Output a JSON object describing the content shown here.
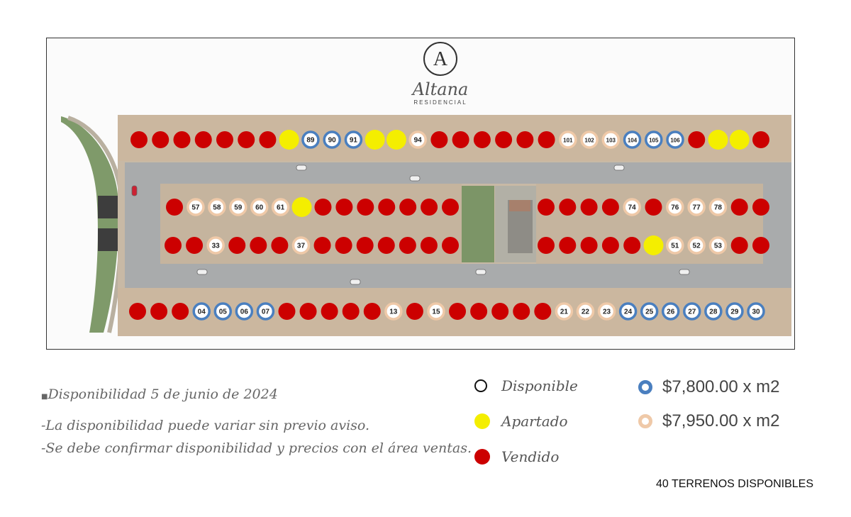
{
  "brand": {
    "name": "Altana",
    "subtitle": "RESIDENCIAL",
    "monogram": "A"
  },
  "colors": {
    "vendido": "#cc0000",
    "apartado": "#f4ee00",
    "ring_7800": "#4a7fbf",
    "ring_7950": "#efc9a8"
  },
  "notes": {
    "date_line": "Disponibilidad 5 de junio de 2024",
    "line1": "-La disponibilidad puede variar sin previo aviso.",
    "line2": "-Se debe confirmar disponibilidad y precios con el área ventas."
  },
  "legend": {
    "disponible": "Disponible",
    "apartado": "Apartado",
    "vendido": "Vendido",
    "price_7800": "$7,800.00 x m2",
    "price_7950": "$7,950.00 x m2"
  },
  "available_count": "40 TERRENOS DISPONIBLES",
  "lot_rows": {
    "top": [
      {
        "s": "v"
      },
      {
        "s": "v"
      },
      {
        "s": "v"
      },
      {
        "s": "v"
      },
      {
        "s": "v"
      },
      {
        "s": "v"
      },
      {
        "s": "v"
      },
      {
        "s": "a"
      },
      {
        "s": "b",
        "n": "89"
      },
      {
        "s": "b",
        "n": "90"
      },
      {
        "s": "b",
        "n": "91"
      },
      {
        "s": "a"
      },
      {
        "s": "a"
      },
      {
        "s": "p",
        "n": "94"
      },
      {
        "s": "v"
      },
      {
        "s": "v"
      },
      {
        "s": "v"
      },
      {
        "s": "v"
      },
      {
        "s": "v"
      },
      {
        "s": "v"
      },
      {
        "s": "p",
        "n": "101"
      },
      {
        "s": "p",
        "n": "102"
      },
      {
        "s": "p",
        "n": "103"
      },
      {
        "s": "b",
        "n": "104"
      },
      {
        "s": "b",
        "n": "105"
      },
      {
        "s": "b",
        "n": "106"
      },
      {
        "s": "v"
      },
      {
        "s": "a"
      },
      {
        "s": "a"
      },
      {
        "s": "v"
      }
    ],
    "upper_left": [
      {
        "s": "v"
      },
      {
        "s": "p",
        "n": "57"
      },
      {
        "s": "p",
        "n": "58"
      },
      {
        "s": "p",
        "n": "59"
      },
      {
        "s": "p",
        "n": "60"
      },
      {
        "s": "p",
        "n": "61"
      },
      {
        "s": "a"
      },
      {
        "s": "v"
      },
      {
        "s": "v"
      },
      {
        "s": "v"
      },
      {
        "s": "v"
      },
      {
        "s": "v"
      },
      {
        "s": "v"
      },
      {
        "s": "v"
      }
    ],
    "upper_right": [
      {
        "s": "v"
      },
      {
        "s": "v"
      },
      {
        "s": "v"
      },
      {
        "s": "v"
      },
      {
        "s": "p",
        "n": "74"
      },
      {
        "s": "v"
      },
      {
        "s": "p",
        "n": "76"
      },
      {
        "s": "p",
        "n": "77"
      },
      {
        "s": "p",
        "n": "78"
      },
      {
        "s": "v"
      },
      {
        "s": "v"
      }
    ],
    "lower_left": [
      {
        "s": "v"
      },
      {
        "s": "v"
      },
      {
        "s": "p",
        "n": "33"
      },
      {
        "s": "v"
      },
      {
        "s": "v"
      },
      {
        "s": "v"
      },
      {
        "s": "p",
        "n": "37"
      },
      {
        "s": "v"
      },
      {
        "s": "v"
      },
      {
        "s": "v"
      },
      {
        "s": "v"
      },
      {
        "s": "v"
      },
      {
        "s": "v"
      },
      {
        "s": "v"
      }
    ],
    "lower_right": [
      {
        "s": "v"
      },
      {
        "s": "v"
      },
      {
        "s": "v"
      },
      {
        "s": "v"
      },
      {
        "s": "v"
      },
      {
        "s": "a"
      },
      {
        "s": "p",
        "n": "51"
      },
      {
        "s": "p",
        "n": "52"
      },
      {
        "s": "p",
        "n": "53"
      },
      {
        "s": "v"
      },
      {
        "s": "v"
      }
    ],
    "bottom": [
      {
        "s": "v"
      },
      {
        "s": "v"
      },
      {
        "s": "v"
      },
      {
        "s": "b",
        "n": "04"
      },
      {
        "s": "b",
        "n": "05"
      },
      {
        "s": "b",
        "n": "06"
      },
      {
        "s": "b",
        "n": "07"
      },
      {
        "s": "v"
      },
      {
        "s": "v"
      },
      {
        "s": "v"
      },
      {
        "s": "v"
      },
      {
        "s": "v"
      },
      {
        "s": "p",
        "n": "13"
      },
      {
        "s": "v"
      },
      {
        "s": "p",
        "n": "15"
      },
      {
        "s": "v"
      },
      {
        "s": "v"
      },
      {
        "s": "v"
      },
      {
        "s": "v"
      },
      {
        "s": "v"
      },
      {
        "s": "p",
        "n": "21"
      },
      {
        "s": "p",
        "n": "22"
      },
      {
        "s": "p",
        "n": "23"
      },
      {
        "s": "b",
        "n": "24"
      },
      {
        "s": "b",
        "n": "25"
      },
      {
        "s": "b",
        "n": "26"
      },
      {
        "s": "b",
        "n": "27"
      },
      {
        "s": "b",
        "n": "28"
      },
      {
        "s": "b",
        "n": "29"
      },
      {
        "s": "b",
        "n": "30"
      }
    ]
  }
}
